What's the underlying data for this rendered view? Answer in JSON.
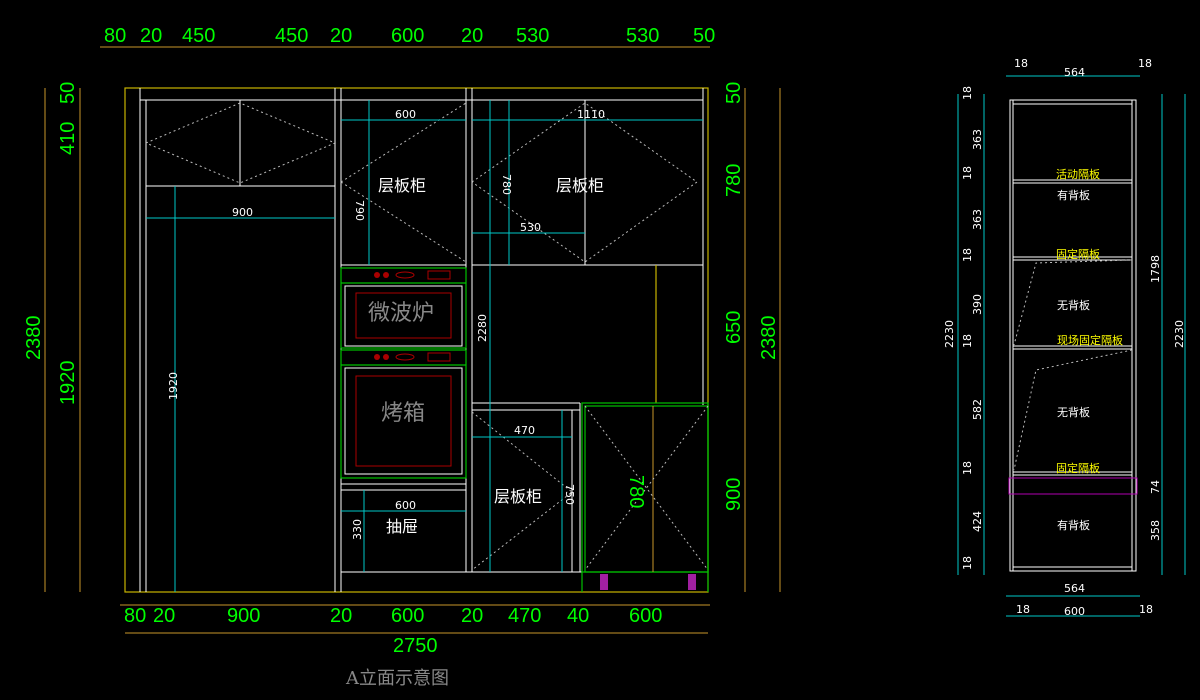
{
  "elevation": {
    "title": "A立面示意图",
    "top_dims": [
      "80",
      "20",
      "450",
      "450",
      "20",
      "600",
      "20",
      "530",
      "530",
      "50"
    ],
    "bottom_dims": [
      "80",
      "20",
      "900",
      "20",
      "600",
      "20",
      "470",
      "40",
      "600"
    ],
    "total_width": "2750",
    "left_dims": {
      "total": "2380",
      "top": "50",
      "upper": "410",
      "lower": "1920"
    },
    "right_dims": {
      "total": "2380",
      "top": "50",
      "upper": "780",
      "middle": "650",
      "lower": "900"
    },
    "inner": {
      "w600_top": "600",
      "w1110": "1110",
      "h790": "790",
      "h780": "780",
      "label_shelf_1": "层板柜",
      "label_shelf_2": "层板柜",
      "label_shelf_3": "层板柜",
      "w900": "900",
      "w530": "530",
      "microwave": "微波炉",
      "oven": "烤箱",
      "h2280": "2280",
      "h1920": "1920",
      "w470": "470",
      "h750": "750",
      "door780": "780",
      "w600_drawer": "600",
      "drawer": "抽屉",
      "h330": "330"
    }
  },
  "side_view": {
    "top": {
      "left": "18",
      "width": "564",
      "right": "18"
    },
    "labels": [
      "活动隔板",
      "有背板",
      "固定隔板",
      "无背板",
      "现场固定隔板",
      "无背板",
      "固定隔板",
      "有背板"
    ],
    "left_dims": [
      "18",
      "363",
      "18",
      "363",
      "18",
      "390",
      "18",
      "582",
      "18",
      "424",
      "18"
    ],
    "left_total": "2230",
    "right_dims": {
      "upper": "1798",
      "band": "74",
      "lower": "358",
      "total": "2230"
    },
    "bottom": {
      "inner": "564",
      "left": "18",
      "outer": "600",
      "right": "18"
    }
  }
}
